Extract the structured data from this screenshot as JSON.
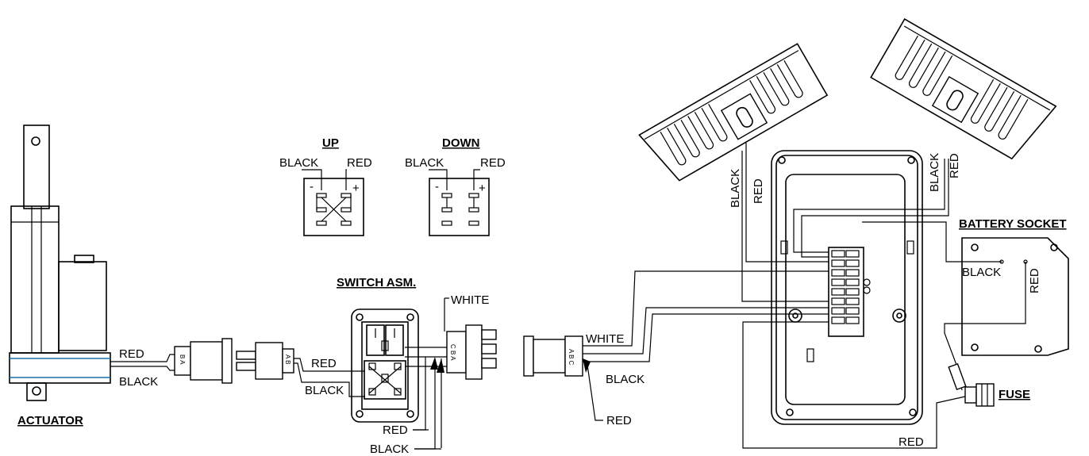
{
  "labels": {
    "up": "UP",
    "down": "DOWN",
    "switch_asm": "SWITCH ASM.",
    "actuator": "ACTUATOR",
    "battery_socket": "BATTERY SOCKET",
    "fuse": "FUSE"
  },
  "up_switch": {
    "left": "BLACK",
    "right": "RED",
    "minus": "-",
    "plus": "+"
  },
  "down_switch": {
    "left": "BLACK",
    "right": "RED",
    "minus": "-",
    "plus": "+"
  },
  "actuator_wires": {
    "red": "RED",
    "black": "BLACK",
    "pins": "B A"
  },
  "harness_wires": {
    "red": "RED",
    "black": "BLACK",
    "pins": "A B"
  },
  "switch_asm_wires": {
    "white": "WHITE",
    "red": "RED",
    "black": "BLACK",
    "pins": "C B A"
  },
  "control_box_wires": {
    "white": "WHITE",
    "black": "BLACK",
    "red": "RED",
    "pins": "A B C"
  },
  "mount_wires": {
    "left_black": "BLACK",
    "left_red": "RED",
    "right_black": "BLACK",
    "right_red": "RED"
  },
  "battery_wires": {
    "black": "BLACK",
    "red": "RED"
  },
  "fuse_wire": {
    "red": "RED"
  }
}
